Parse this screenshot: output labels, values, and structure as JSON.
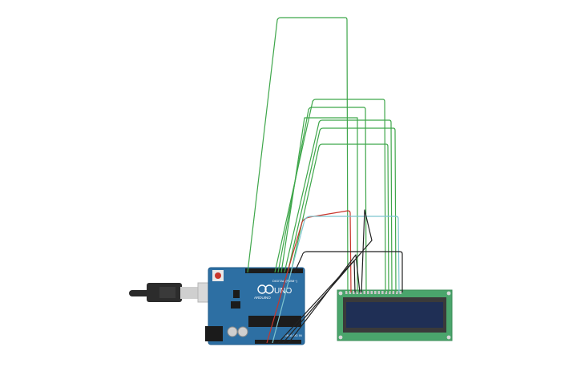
{
  "board": {
    "logo_text": "UNO",
    "brand_text": "ARDUINO",
    "digital_label": "DIGITAL (PWM~)",
    "analog_label": "ANALOG IN"
  },
  "colors": {
    "background": "#ffffff",
    "board": "#2d6fa3",
    "board_edge": "#1e5a8a",
    "lcd_pcb": "#4aa56c",
    "lcd_screen": "#1f2f55",
    "wire_green": "#3ea64a",
    "wire_red": "#c9362c",
    "wire_black": "#222222",
    "wire_cyan": "#7ec5cf",
    "usb_cable": "#2a2a2a"
  }
}
